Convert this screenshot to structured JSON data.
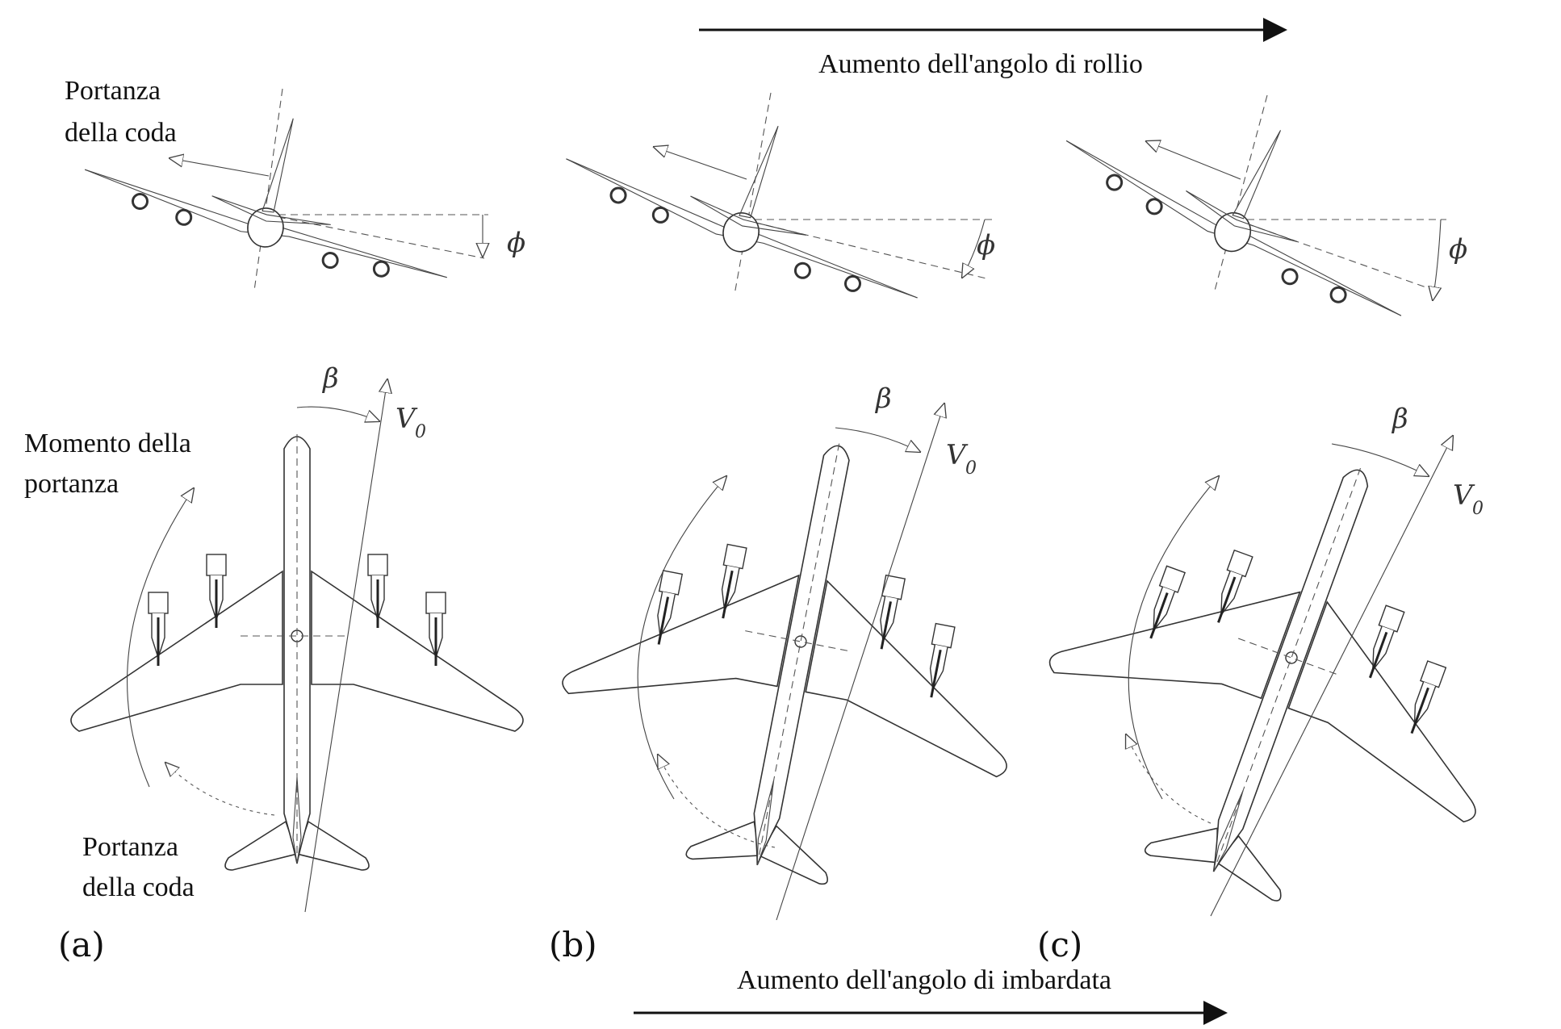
{
  "diagram": {
    "top_arrow_label": "Aumento dell'angolo di rollio",
    "bottom_arrow_label": "Aumento dell'angolo di imbardata",
    "tail_lift_top": [
      "Portanza",
      "della coda"
    ],
    "lift_moment": [
      "Momento della",
      "portanza"
    ],
    "tail_lift_bottom": [
      "Portanza",
      "della coda"
    ],
    "phi": "ϕ",
    "beta": "β",
    "v0_letter": "V",
    "v0_sub": "0",
    "panels": [
      {
        "label": "(a)"
      },
      {
        "label": "(b)"
      },
      {
        "label": "(c)"
      }
    ]
  }
}
